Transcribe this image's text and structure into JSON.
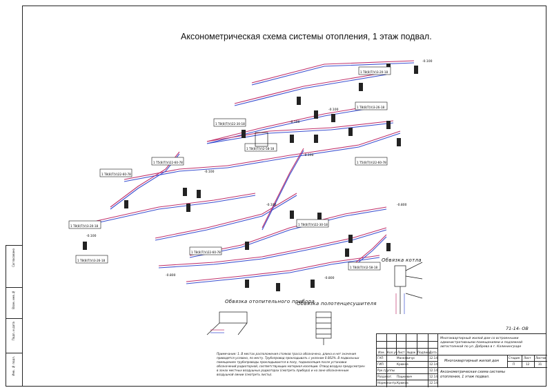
{
  "title": "Аксонометрическая схема системы отопления, 1 этаж подвал.",
  "captions": {
    "radiator": "Обвязка отопительного прибора",
    "dryer": "Обвязка полотенцесушителя",
    "boiler": "Обвязка котла"
  },
  "doc_code": "71-14- ОВ",
  "stamp": {
    "project_name": "Многоквартирный жилой дом со встроенными административными помещениями и подземной автостоянкой по ул. Добрева в г. Калининграде",
    "object_name": "Многоквартирный жилой дом",
    "sheet_title": "Аксонометрическая схема системы отопления, 1 этаж подвал.",
    "col_headers": [
      "Изм.",
      "Кол.уч",
      "Лист",
      "№док",
      "Подпись",
      "Дата"
    ],
    "roles": [
      "ГАП",
      "ГИП",
      "Рук.группы",
      "Разработ.",
      "Нормоконтр."
    ],
    "names": [
      "Манкевичус",
      "Крюков",
      "",
      "Пашкевич",
      "Крюков"
    ],
    "dates": [
      "12.14",
      "12.14",
      "12.14",
      "12.14",
      "12.14"
    ],
    "stage_headers": [
      "Стадия",
      "Лист",
      "Листов"
    ],
    "stage_values": [
      "П",
      "12",
      "31"
    ]
  },
  "left_strip": [
    "Согласовано",
    "Взам. инв.№",
    "Подп. и дата",
    "Инв. № подл."
  ],
  "slope_labels": [
    "-0.100",
    "-0.100",
    "-0.100",
    "-0.100",
    "-0.100",
    "-0.800",
    "-0.100",
    "-0.100",
    "-0.800",
    "-0.800"
  ],
  "riser_tags": [
    "1 Т8(8)Т(V)3-20-18",
    "1 Т8(8)Т(V)3-26-18",
    "1 Т8(8)Т(V)22-30-18",
    "1 Т8(8)Т(V)2-58-18",
    "1 Т5(8)Т(V)22-60-78",
    "1 Т8(8)Т(V)22-60-78"
  ],
  "notes": "Примечание: 1. В местах расположения стояков трасса обозначена, длина и нет значения приводятся условно, по месту. Трубопровод прокладывать с уклоном 0.002%. В подвальных помещениях трубопроводы прокладываются в полу, тидоизоляция после установки обозначений радиаторной, соответствующих материал изоляции. Отвод воздуха предусмотрен в зонах местных воздушных радиаторах (смотреть прибора) и на зоне обозначенным воздушной линии (смотреть листы).",
  "colors": {
    "supply": "#c0306a",
    "return": "#3a4fd0",
    "ink": "#111111"
  }
}
